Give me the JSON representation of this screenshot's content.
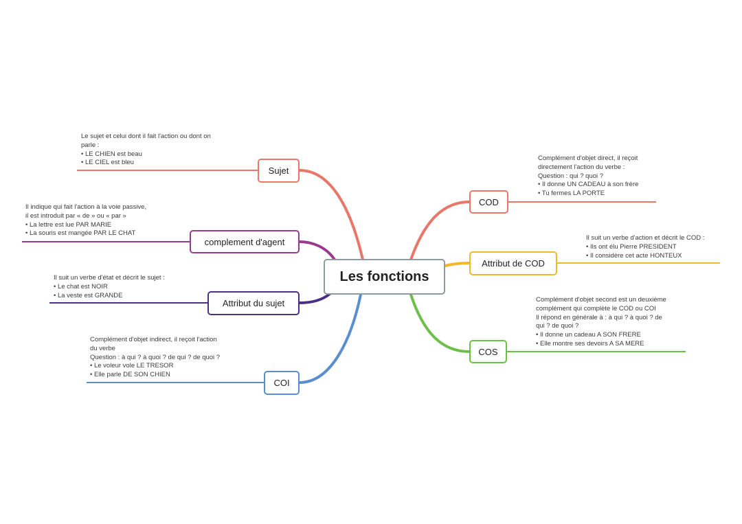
{
  "central": {
    "label": "Les fonctions"
  },
  "branches": [
    {
      "id": "sujet",
      "label": "Sujet",
      "color": "#e8776a",
      "side": "left",
      "note": [
        "Le sujet et celui dont il fait l'action ou dont on",
        "parle :",
        "• LE CHIEN est beau",
        "• LE CIEL est bleu"
      ]
    },
    {
      "id": "complement-agent",
      "label": "complement d'agent",
      "color": "#9a3a8f",
      "side": "left",
      "note": [
        "Il indique qui fait l'action à la voie passive,",
        "il est introduit par « de » ou « par »",
        "•  La lettre est lue PAR MARIE",
        "• La souris est mangée PAR LE CHAT"
      ]
    },
    {
      "id": "attribut-sujet",
      "label": "Attribut du sujet",
      "color": "#4b2f86",
      "side": "left",
      "note": [
        "Il suit un verbe d'état et décrit le sujet :",
        "• Le chat est NOIR",
        "• La veste est GRANDE"
      ]
    },
    {
      "id": "coi",
      "label": "COI",
      "color": "#5b8ed0",
      "side": "left",
      "note": [
        "Complément d'objet indirect, il reçoit l'action",
        "du verbe",
        "Question : à qui ? à quoi ? de qui ? de quoi ?",
        "• Le voleur vole LE TRESOR",
        "• Elle parle DE SON CHIEN"
      ]
    },
    {
      "id": "cod",
      "label": "COD",
      "color": "#e8776a",
      "side": "right",
      "note": [
        "Complément d'objet direct, il reçoit",
        "directement l'action du verbe :",
        "Question : qui ? quoi ?",
        "• Il donne UN CADEAU à son frère",
        "• Tu fermes LA PORTE"
      ]
    },
    {
      "id": "attribut-cod",
      "label": "Attribut de COD",
      "color": "#f0b82b",
      "side": "right",
      "note": [
        "Il suit un verbe d'action et décrit le COD :",
        "• Ils ont élu Pierre PRESIDENT",
        "• Il considère cet acte HONTEUX"
      ]
    },
    {
      "id": "cos",
      "label": "COS",
      "color": "#6cc04a",
      "side": "right",
      "note": [
        "Complément d'objet second est un deuxième",
        "complément qui complète le COD ou COI",
        "Il répond en générale à : à qui ? à quoi ? de",
        "qui ? de quoi ?",
        "• Il donne un cadeau A SON FRERE",
        "• Elle montre ses devoirs A SA MERE"
      ]
    }
  ]
}
